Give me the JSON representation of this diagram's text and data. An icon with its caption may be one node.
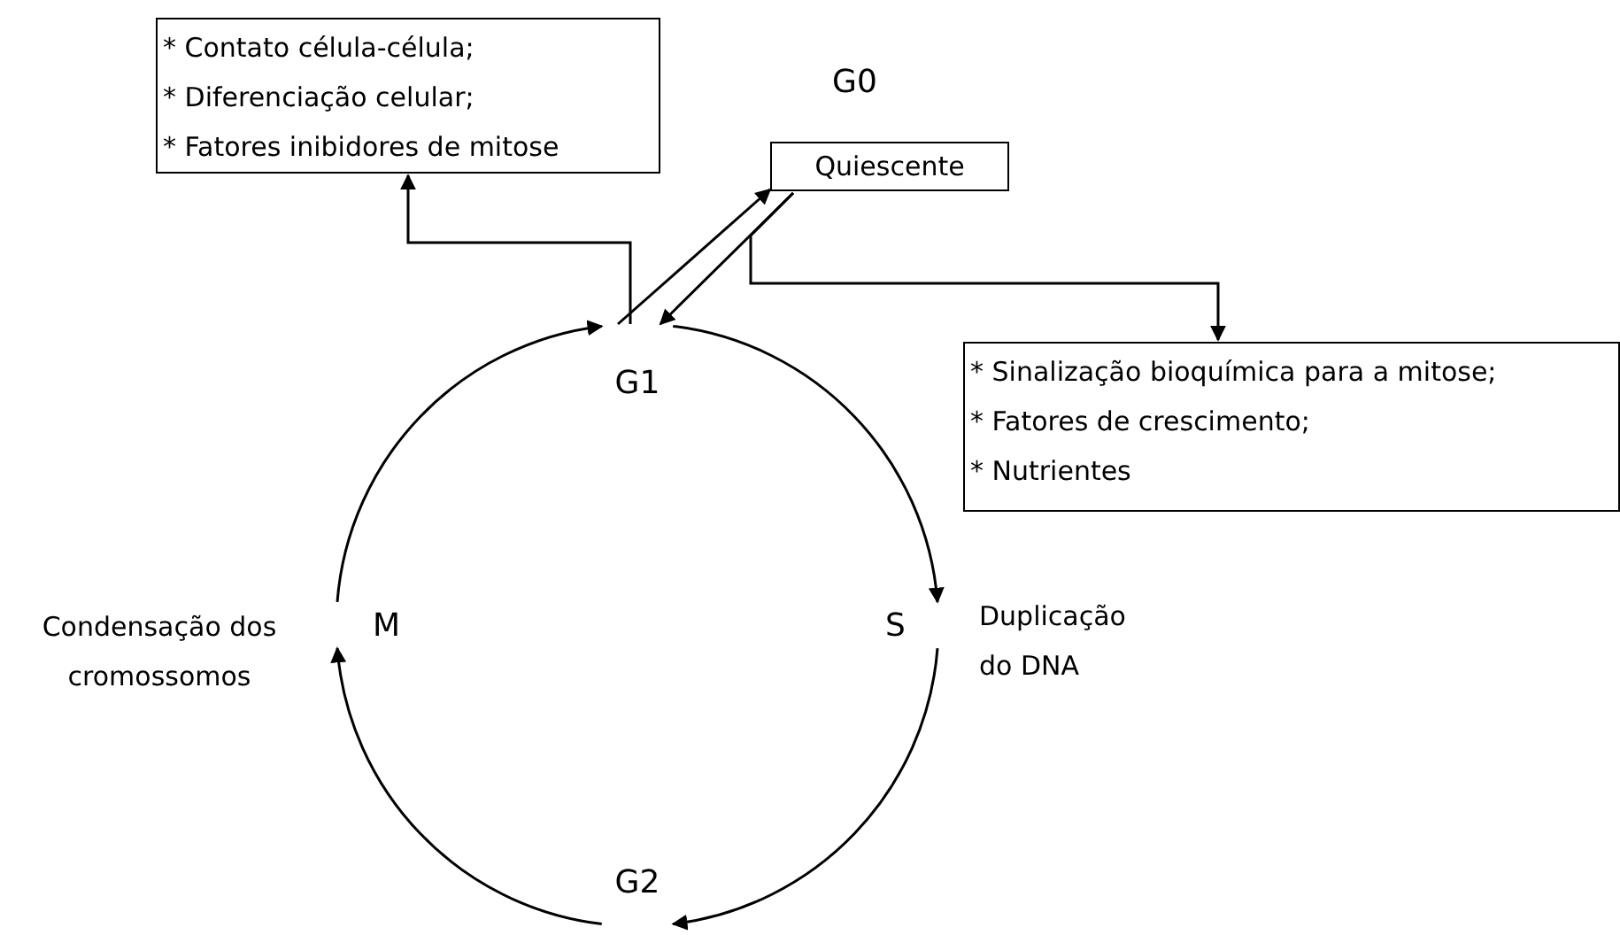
{
  "diagram": {
    "nodes": [
      {
        "text": [
          "* Contato célula-célula;",
          "* Diferenciação celular;",
          "* Fatores inibidores de mitose"
        ]
      },
      {
        "text": [
          "Quiescente"
        ],
        "beside": [
          "G0"
        ]
      },
      {
        "text": [
          "* Sinalização bioquímica para a mitose;",
          "* Fatores de crescimento;",
          "* Nutrientes"
        ]
      },
      {
        "text": [
          "G1"
        ]
      },
      {
        "text": [
          "S"
        ]
      },
      {
        "text": [
          "G2"
        ]
      },
      {
        "text": [
          "M"
        ]
      }
    ],
    "edges": [
      {
        "from": 3,
        "to": 0,
        "arrow": "to"
      },
      {
        "from": 3,
        "to": 1,
        "arrow": "to"
      },
      {
        "from": 1,
        "to": 3,
        "arrow": "to"
      },
      {
        "from": 1,
        "to": 2,
        "arrow": "to"
      },
      {
        "from": 3,
        "to": 4,
        "arrow": "to"
      },
      {
        "from": 4,
        "to": 5,
        "arrow": "to"
      },
      {
        "from": 5,
        "to": 6,
        "arrow": "to"
      },
      {
        "from": 6,
        "to": 3,
        "arrow": "to"
      }
    ],
    "labels": [
      "Condensação dos cromossomos",
      "Duplicação do DNA"
    ]
  }
}
